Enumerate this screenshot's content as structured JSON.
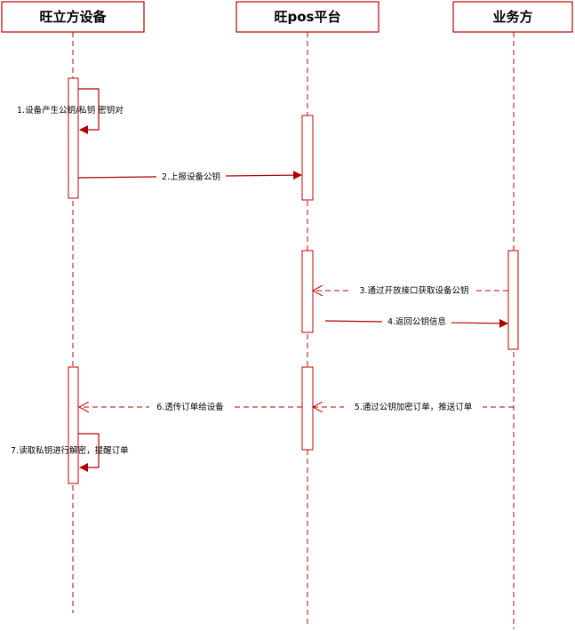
{
  "actors": [
    {
      "id": "device",
      "label": "旺立方设备"
    },
    {
      "id": "platform",
      "label": "旺pos平台"
    },
    {
      "id": "business",
      "label": "业务方"
    }
  ],
  "messages": [
    {
      "id": "m1",
      "label": "1.设备产生公钥/私钥 密钥对",
      "from": "device",
      "to": "device",
      "style": "solid"
    },
    {
      "id": "m2",
      "label": "2.上报设备公钥",
      "from": "device",
      "to": "platform",
      "style": "solid"
    },
    {
      "id": "m3",
      "label": "3.通过开放接口获取设备公钥",
      "from": "business",
      "to": "platform",
      "style": "dashed"
    },
    {
      "id": "m4",
      "label": "4.返回公钥信息",
      "from": "platform",
      "to": "business",
      "style": "solid"
    },
    {
      "id": "m5",
      "label": "5.通过公钥加密订单，推送订单",
      "from": "business",
      "to": "platform",
      "style": "dashed"
    },
    {
      "id": "m6",
      "label": "6.透传订单给设备",
      "from": "platform",
      "to": "device",
      "style": "dashed"
    },
    {
      "id": "m7",
      "label": "7.读取私钥进行解密，提醒订单",
      "from": "device",
      "to": "device",
      "style": "solid"
    }
  ],
  "colors": {
    "accent": "#c00000",
    "arrow": "#b00000"
  }
}
